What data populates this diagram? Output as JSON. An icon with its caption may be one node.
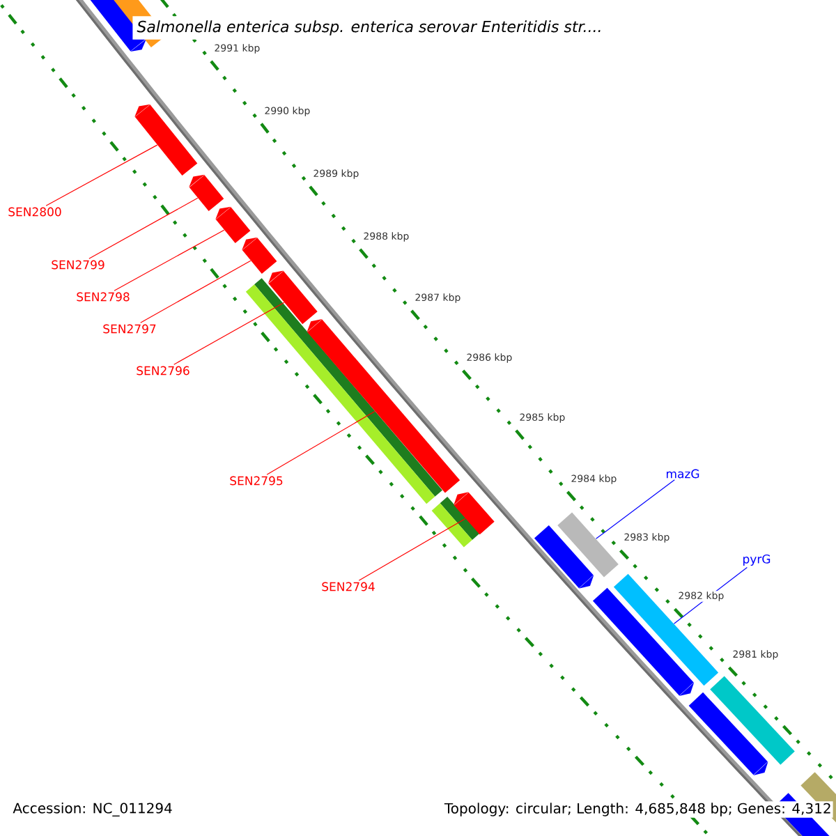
{
  "diagram": {
    "title": "Salmonella enterica subsp. enterica serovar Enteritidis str....",
    "nodes": [
      {
        "text": [
          "SEN2800"
        ]
      },
      {
        "text": [
          "SEN2799"
        ]
      },
      {
        "text": [
          "SEN2798"
        ]
      },
      {
        "text": [
          "SEN2797"
        ]
      },
      {
        "text": [
          "SEN2796"
        ]
      },
      {
        "text": [
          "SEN2795"
        ]
      },
      {
        "text": [
          "SEN2794"
        ]
      },
      {
        "text": [
          "mazG"
        ]
      },
      {
        "text": [
          "pyrG"
        ]
      },
      {
        "text": [],
        "shape": "arrow"
      },
      {
        "text": [],
        "shape": "arrow"
      },
      {
        "text": [],
        "shape": "arrow"
      },
      {
        "text": [],
        "shape": "arrow"
      },
      {
        "text": [],
        "shape": "arrow"
      },
      {
        "text": [],
        "shape": "arrow"
      },
      {
        "text": [],
        "shape": "arrow"
      },
      {
        "text": [],
        "shape": "bar"
      },
      {
        "text": [],
        "shape": "bar"
      }
    ],
    "edges": [
      {
        "from": 0,
        "to": 9,
        "arrow": "none"
      },
      {
        "from": 1,
        "to": 10,
        "arrow": "none"
      },
      {
        "from": 2,
        "to": 11,
        "arrow": "none"
      },
      {
        "from": 3,
        "to": 12,
        "arrow": "none"
      },
      {
        "from": 4,
        "to": 13,
        "arrow": "none"
      },
      {
        "from": 5,
        "to": 14,
        "arrow": "none"
      },
      {
        "from": 6,
        "to": 15,
        "arrow": "none"
      },
      {
        "from": 7,
        "to": 16,
        "arrow": "none",
        "color": "#0000ff"
      },
      {
        "from": 8,
        "to": 17,
        "arrow": "none",
        "color": "#0000ff"
      }
    ],
    "labels": [
      "2991 kbp",
      "2990 kbp",
      "2989 kbp",
      "2988 kbp",
      "2987 kbp",
      "2986 kbp",
      "2985 kbp",
      "2984 kbp",
      "2983 kbp",
      "2982 kbp",
      "2981 kbp",
      "Accession: NC_011294",
      "Topology: circular; Length: 4,685,848 bp; Genes: 4,312"
    ]
  }
}
